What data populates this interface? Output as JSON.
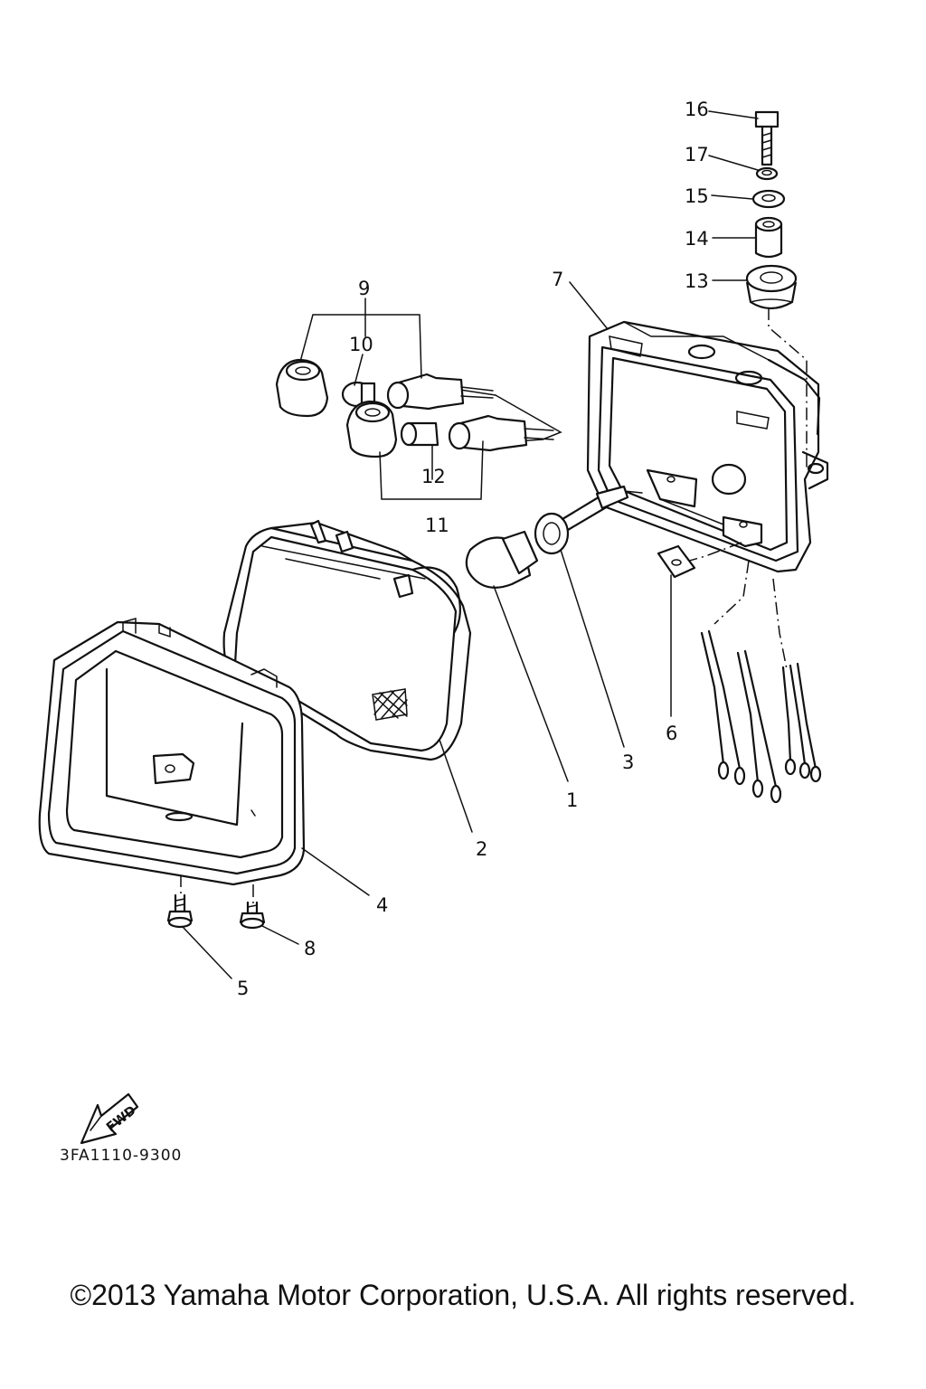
{
  "diagram": {
    "callouts": [
      {
        "id": "1",
        "label": "1"
      },
      {
        "id": "2",
        "label": "2"
      },
      {
        "id": "3",
        "label": "3"
      },
      {
        "id": "4",
        "label": "4"
      },
      {
        "id": "5",
        "label": "5"
      },
      {
        "id": "6",
        "label": "6"
      },
      {
        "id": "7",
        "label": "7"
      },
      {
        "id": "8",
        "label": "8"
      },
      {
        "id": "9",
        "label": "9"
      },
      {
        "id": "10",
        "label": "10"
      },
      {
        "id": "11",
        "label": "11"
      },
      {
        "id": "12",
        "label": "12"
      },
      {
        "id": "13",
        "label": "13"
      },
      {
        "id": "14",
        "label": "14"
      },
      {
        "id": "15",
        "label": "15"
      },
      {
        "id": "16",
        "label": "16"
      },
      {
        "id": "17",
        "label": "17"
      }
    ],
    "fwd_label": "FWD",
    "diagram_code": "3FA1110-9300"
  },
  "footer": {
    "copyright": "©2013 Yamaha Motor Corporation, U.S.A. All rights reserved."
  }
}
